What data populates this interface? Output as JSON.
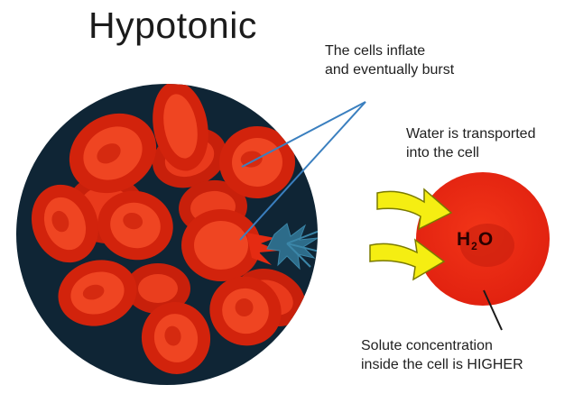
{
  "diagram": {
    "title": "Hypotonic",
    "annotations": {
      "burst": [
        "The cells inflate",
        "and eventually burst"
      ],
      "water": [
        "Water is transported",
        "into the cell"
      ],
      "solute": [
        "Solute concentration",
        "inside the cell is HIGHER"
      ]
    },
    "molecule": {
      "base": "H",
      "sub": "2",
      "tail": "O"
    }
  },
  "colors": {
    "background_circle": "#0f2535",
    "cell_fill": "#e52b12",
    "cell_dark": "#b51d0a",
    "cell_light": "#f4502c",
    "arrow_fill": "#f5ee12",
    "arrow_stroke": "#7a7a00",
    "leader_line": "#3a7fbf",
    "burst_splash": "#2d6c8a"
  },
  "icons": [
    "red-blood-cell-icon",
    "water-arrow-icon",
    "burst-splash-icon"
  ]
}
